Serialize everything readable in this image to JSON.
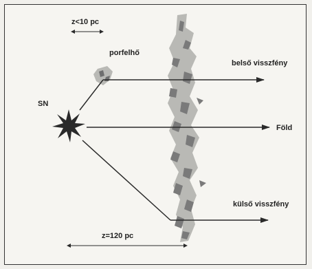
{
  "labels": {
    "distance_near": "z<10 pc",
    "distance_far": "z=120 pc",
    "small_cloud": "porfelhő",
    "source": "SN",
    "inner_echo": "belső visszfény",
    "earth": "Föld",
    "outer_echo": "külső visszfény"
  },
  "colors": {
    "ink": "#2a2a2a",
    "dust": "#6f6f6f",
    "background": "#f6f5f1"
  }
}
